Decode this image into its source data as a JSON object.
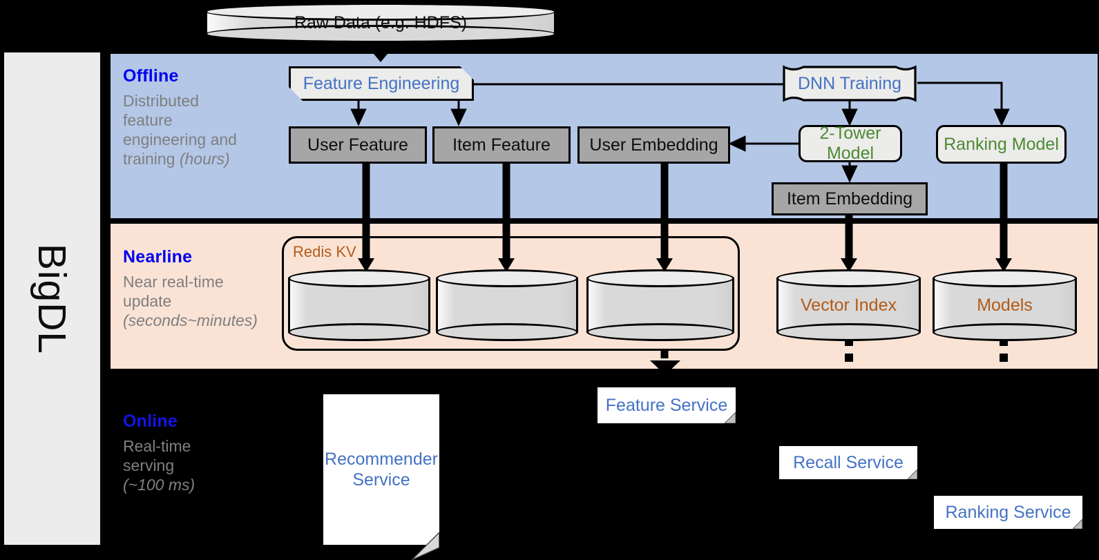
{
  "rail": {
    "label": "BigDL"
  },
  "bands": [
    {
      "id": "offline",
      "title": "Offline",
      "subtitle": "Distributed feature engineering and ",
      "subtitle_em": "(hours)"
    },
    {
      "id": "nearline",
      "title": "Nearline",
      "subtitle": "Near real-time update ",
      "subtitle_em": "(seconds~minutes)"
    },
    {
      "id": "online",
      "title": "Online",
      "subtitle": "Real-time serving ",
      "subtitle_em": "(~100 ms)"
    }
  ],
  "offline_caption": {
    "title": "Offline",
    "line1": "Distributed",
    "line2": "feature",
    "line3": "engineering and",
    "line4": "training ",
    "line4_em": "(hours)"
  },
  "nearline_caption": {
    "title": "Nearline",
    "line1": "Near real-time",
    "line2": "update",
    "line3_em": "(seconds~minutes)"
  },
  "online_caption": {
    "title": "Online",
    "line1": "Real-time",
    "line2": "serving",
    "line3_em": "(~100 ms)"
  },
  "nodes": {
    "raw_data": "Raw Data (e.g. HDFS)",
    "feature_eng": "Feature Engineering",
    "dnn_training": "DNN Training",
    "user_feature": "User Feature",
    "item_feature": "Item Feature",
    "user_embedding": "User Embedding",
    "two_tower": "2-Tower Model",
    "ranking_model": "Ranking Model",
    "item_embedding": "Item Embedding",
    "redis_kv": "Redis KV",
    "kv_store_1": "",
    "kv_store_2": "",
    "kv_store_3": "",
    "vector_index": "Vector Index",
    "models": "Models",
    "feature_service": "Feature Service",
    "recommender_service_l1": "Recommender",
    "recommender_service_l2": "Service",
    "recall_service": "Recall Service",
    "ranking_service": "Ranking Service"
  },
  "colors": {
    "offline_band": "#b4c7e7",
    "nearline_band": "#fae3d5",
    "online_band": "#000000",
    "rail": "#ececec",
    "title_blue": "#0000f0",
    "caption_grey": "#7f7f7f",
    "text_blue": "#4472c4",
    "text_green": "#4e8a32",
    "text_brown": "#b25b18",
    "grey_box": "#a6a6a6",
    "lite_box": "#ececeb",
    "cylinder": "#d9d9d9"
  }
}
